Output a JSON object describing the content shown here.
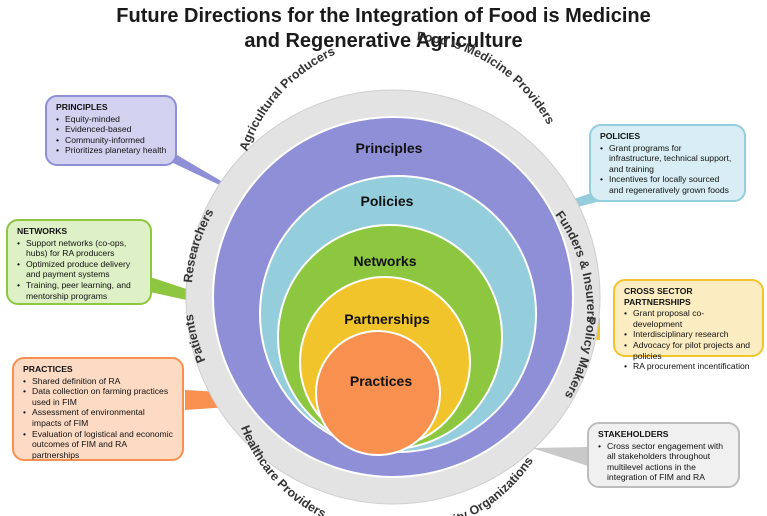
{
  "title_line1": "Future Directions for the Integration of Food is Medicine",
  "title_line2": "and Regenerative Agriculture",
  "ring_labels": {
    "principles": "Principles",
    "policies": "Policies",
    "networks": "Networks",
    "partnerships": "Partnerships",
    "practices": "Practices"
  },
  "stakeholder_labels": {
    "agricultural_producers": "Agricultural Producers",
    "fim_providers": "Food is Medicine Providers",
    "funders_insurers": "Funders & Insurers",
    "policy_makers": "Policy Makers",
    "community_organizations": "Community Organizations",
    "healthcare_providers": "Healthcare Providers",
    "patients": "Patients",
    "researchers": "Researchers"
  },
  "boxes": {
    "principles": {
      "heading": "PRINCIPLES",
      "items": [
        "Equity-minded",
        "Evidenced-based",
        "Community-informed",
        "Prioritizes planetary health"
      ]
    },
    "policies": {
      "heading": "POLICIES",
      "items": [
        "Grant programs for infrastructure, technical support, and training",
        "Incentives for locally sourced and regeneratively grown foods"
      ]
    },
    "networks": {
      "heading": "NETWORKS",
      "items": [
        "Support networks (co-ops, hubs) for RA producers",
        "Optimized produce delivery and payment systems",
        "Training, peer learning, and mentorship programs"
      ]
    },
    "partnerships": {
      "heading": "CROSS SECTOR PARTNERSHIPS",
      "items": [
        "Grant proposal co- development",
        "Interdisciplinary research",
        "Advocacy for pilot projects and policies",
        "RA procurement incentification"
      ]
    },
    "practices": {
      "heading": "PRACTICES",
      "items": [
        "Shared definition of RA",
        "Data collection on farming practices used in FIM",
        "Assessment of environmental impacts of FIM",
        "Evaluation of logistical and economic outcomes of FIM and RA partnerships"
      ]
    },
    "stakeholders": {
      "heading": "STAKEHOLDERS",
      "items": [
        "Cross sector engagement with all stakeholders throughout multilevel actions in the integration of FIM and RA"
      ]
    }
  },
  "colors": {
    "outer_ring": "#e3e3e3",
    "principles": "#8f8fd8",
    "policies": "#94cddb",
    "networks": "#8dc63f",
    "partnerships": "#f2c42c",
    "practices": "#f89150"
  }
}
